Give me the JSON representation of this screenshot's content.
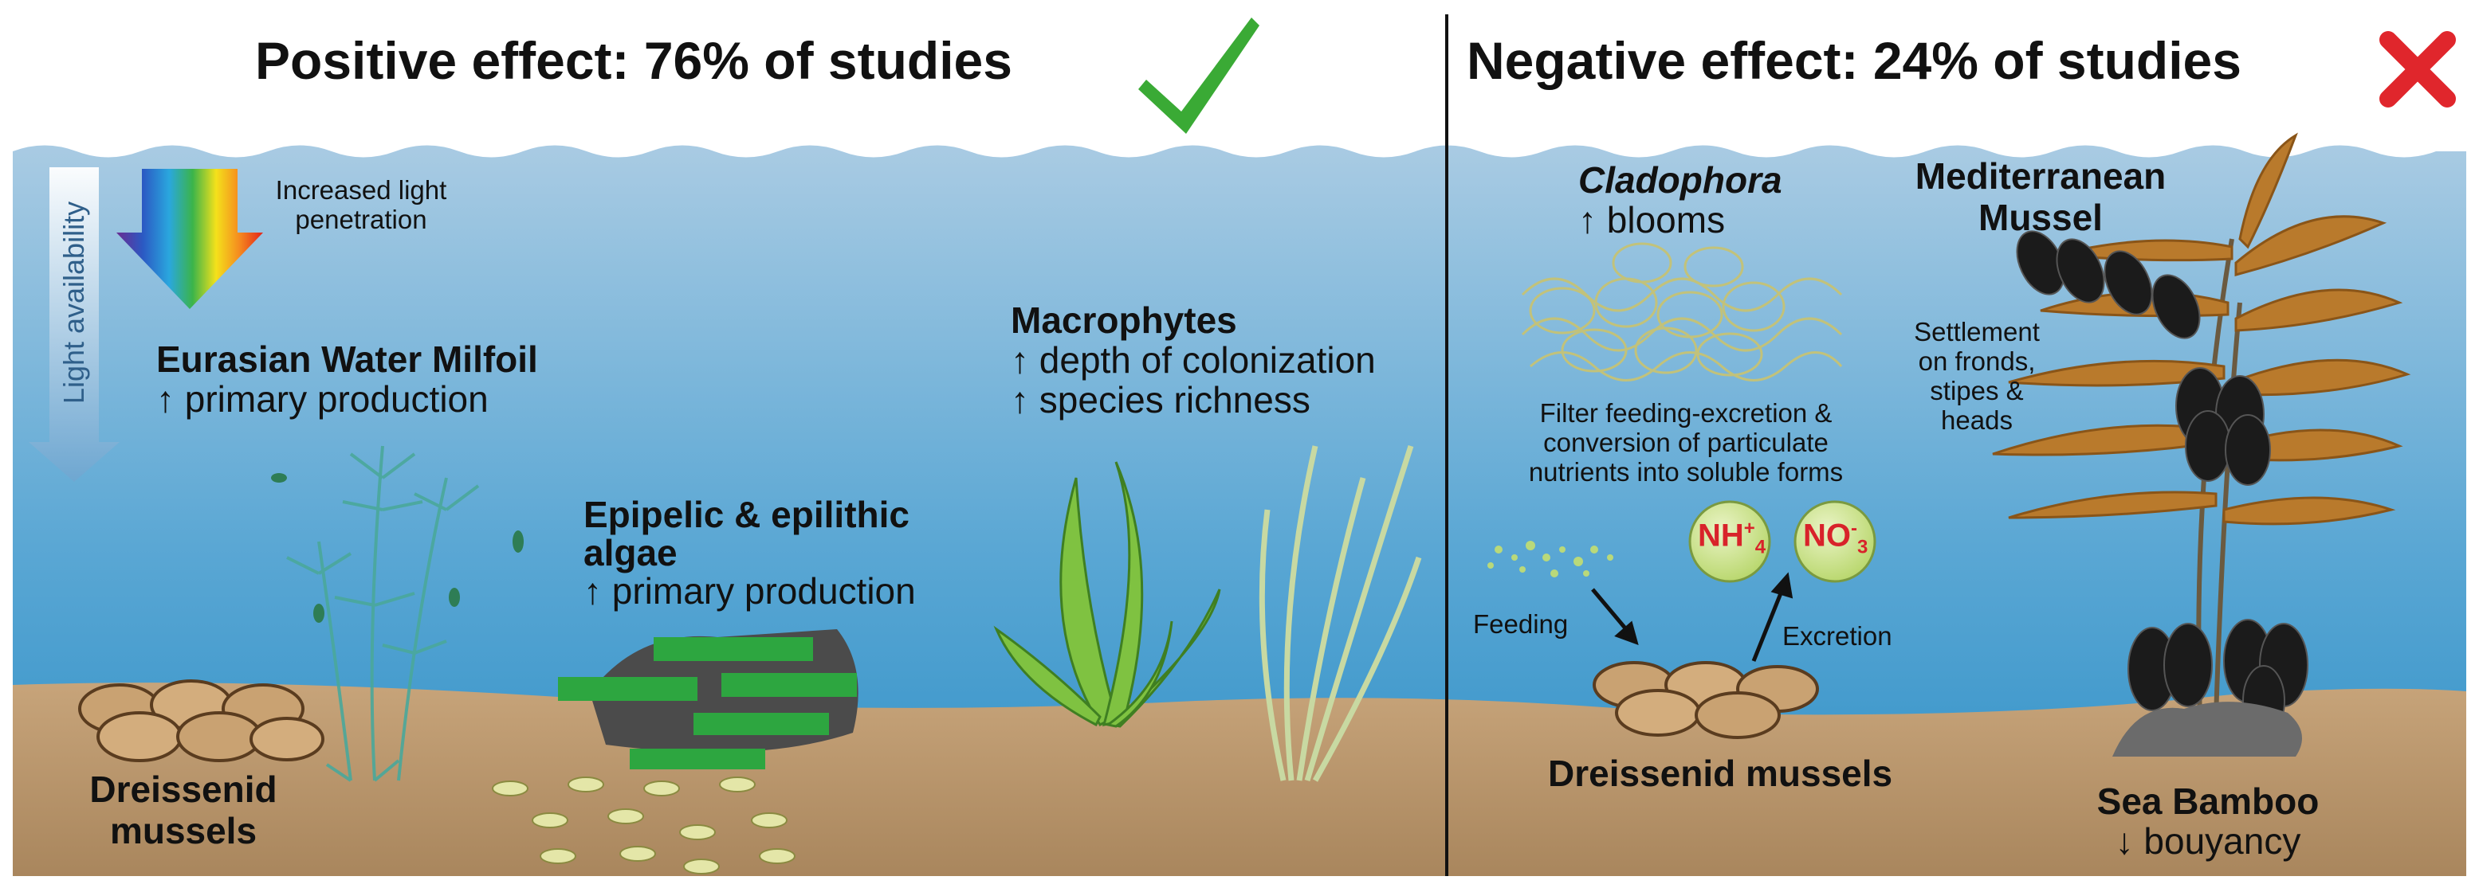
{
  "left_panel": {
    "heading": "Positive effect: 76% of studies",
    "light_axis_label": "Light availability",
    "light_note_line1": "Increased light",
    "light_note_line2": "penetration",
    "milfoil_title": "Eurasian Water Milfoil",
    "milfoil_effect": "↑ primary production",
    "algae_title_line1": "Epipelic & epilithic",
    "algae_title_line2": "algae",
    "algae_effect": "↑ primary production",
    "macrophytes_title": "Macrophytes",
    "macrophytes_effect1": "↑ depth of colonization",
    "macrophytes_effect2": "↑ species richness",
    "mussels_line1": "Dreissenid",
    "mussels_line2": "mussels"
  },
  "right_panel": {
    "heading": "Negative effect: 24% of studies",
    "cladophora_title": "Cladophora",
    "cladophora_effect": "↑ blooms",
    "filter_line1": "Filter feeding-excretion &",
    "filter_line2": "conversion of particulate",
    "filter_line3": "nutrients into soluble forms",
    "ion_ammonium": "NH",
    "ion_ammonium_sup": "+",
    "ion_ammonium_sub": "4",
    "ion_nitrate": "NO",
    "ion_nitrate_sup": "-",
    "ion_nitrate_sub": "3",
    "feeding_label": "Feeding",
    "excretion_label": "Excretion",
    "mussels_label": "Dreissenid mussels",
    "med_mussel_line1": "Mediterranean",
    "med_mussel_line2": "Mussel",
    "settlement_line1": "Settlement",
    "settlement_line2": "on fronds,",
    "settlement_line3": "stipes &",
    "settlement_line4": "heads",
    "bamboo_title": "Sea Bamboo",
    "bamboo_effect": "↓ bouyancy"
  },
  "colors": {
    "water_top": "#a9cbe3",
    "water_bottom": "#2e8fc6",
    "sediment": "#b08d64",
    "check": "#3aaa35",
    "cross": "#e0262c",
    "algae_green": "#2da640",
    "kelp": "#b97a2c",
    "mussel": "#1b1b1b",
    "ion_fill": "#c9e08a"
  }
}
